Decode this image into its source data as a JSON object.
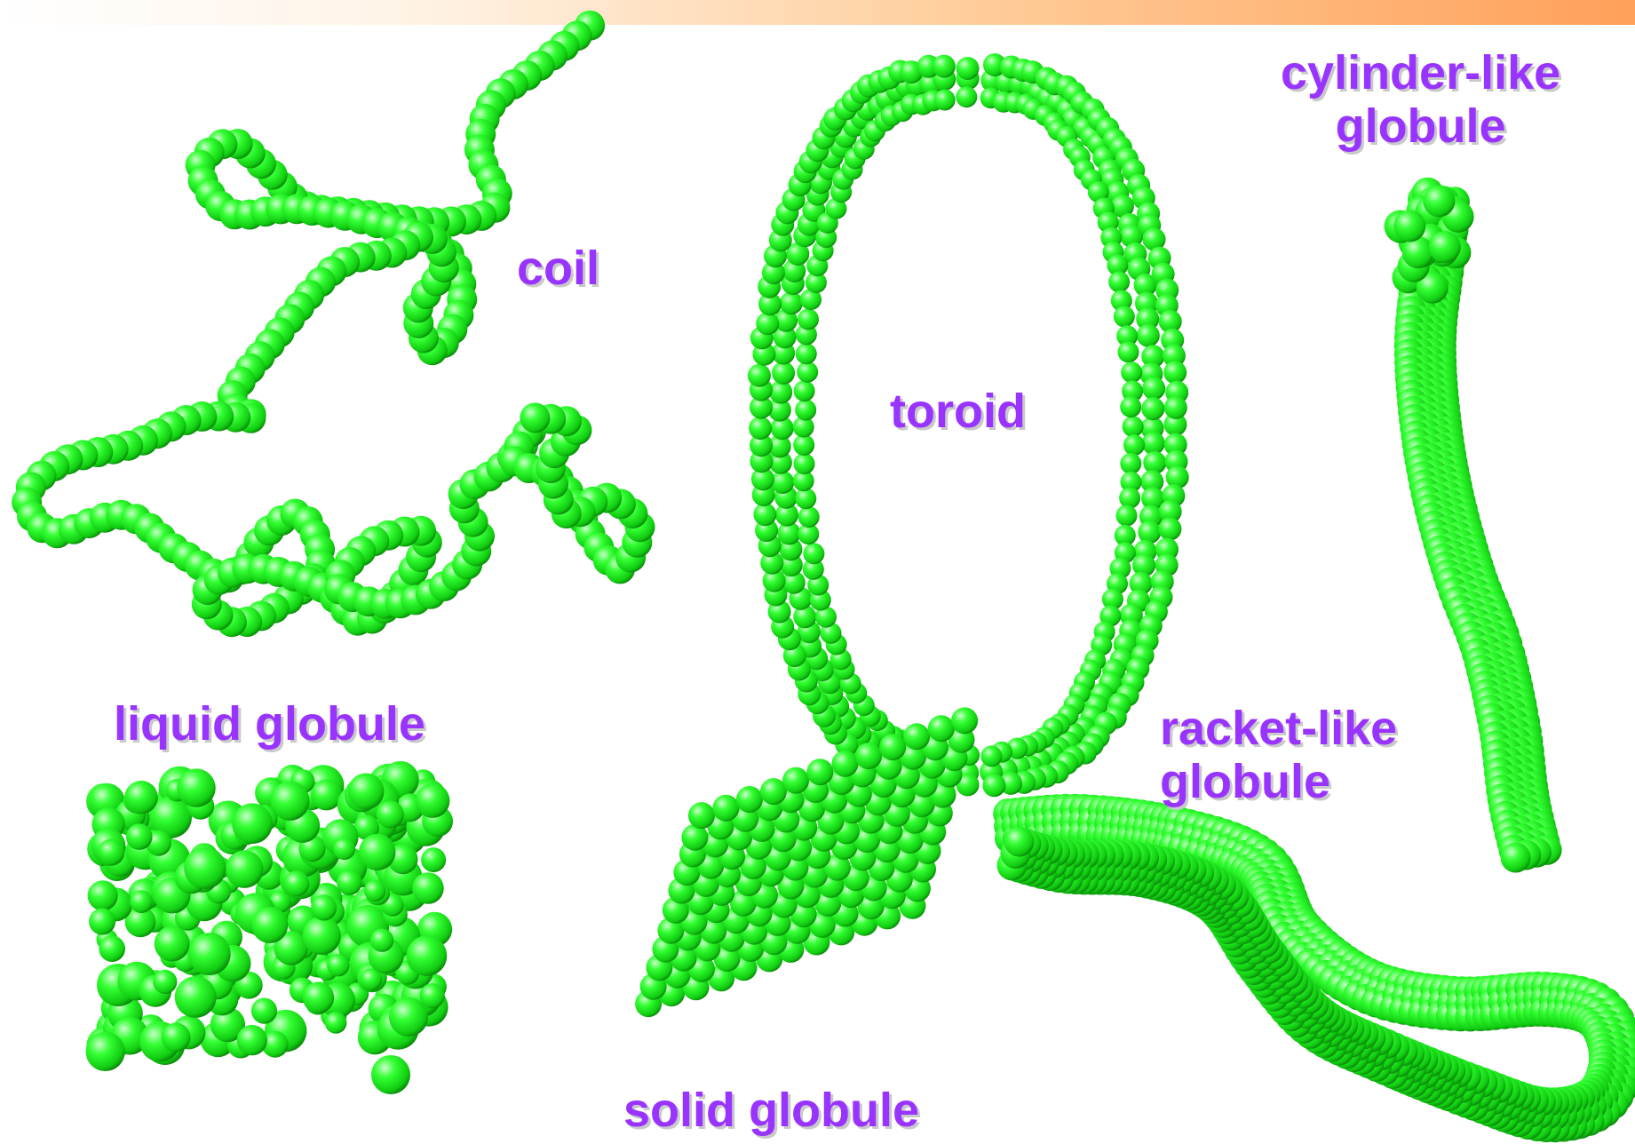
{
  "colors": {
    "bead": "#22ee22",
    "bead_dark": "#0a8a0a",
    "bead_light": "#b8ffb8",
    "label": "#9933ff",
    "bond": "#ffee00"
  },
  "labels": {
    "coil": "coil",
    "toroid": "toroid",
    "cylinder_line1": "cylinder-like",
    "cylinder_line2": "globule",
    "liquid": "liquid globule",
    "racket_line1": "racket-like",
    "racket_line2": "globule",
    "solid": "solid globule"
  }
}
